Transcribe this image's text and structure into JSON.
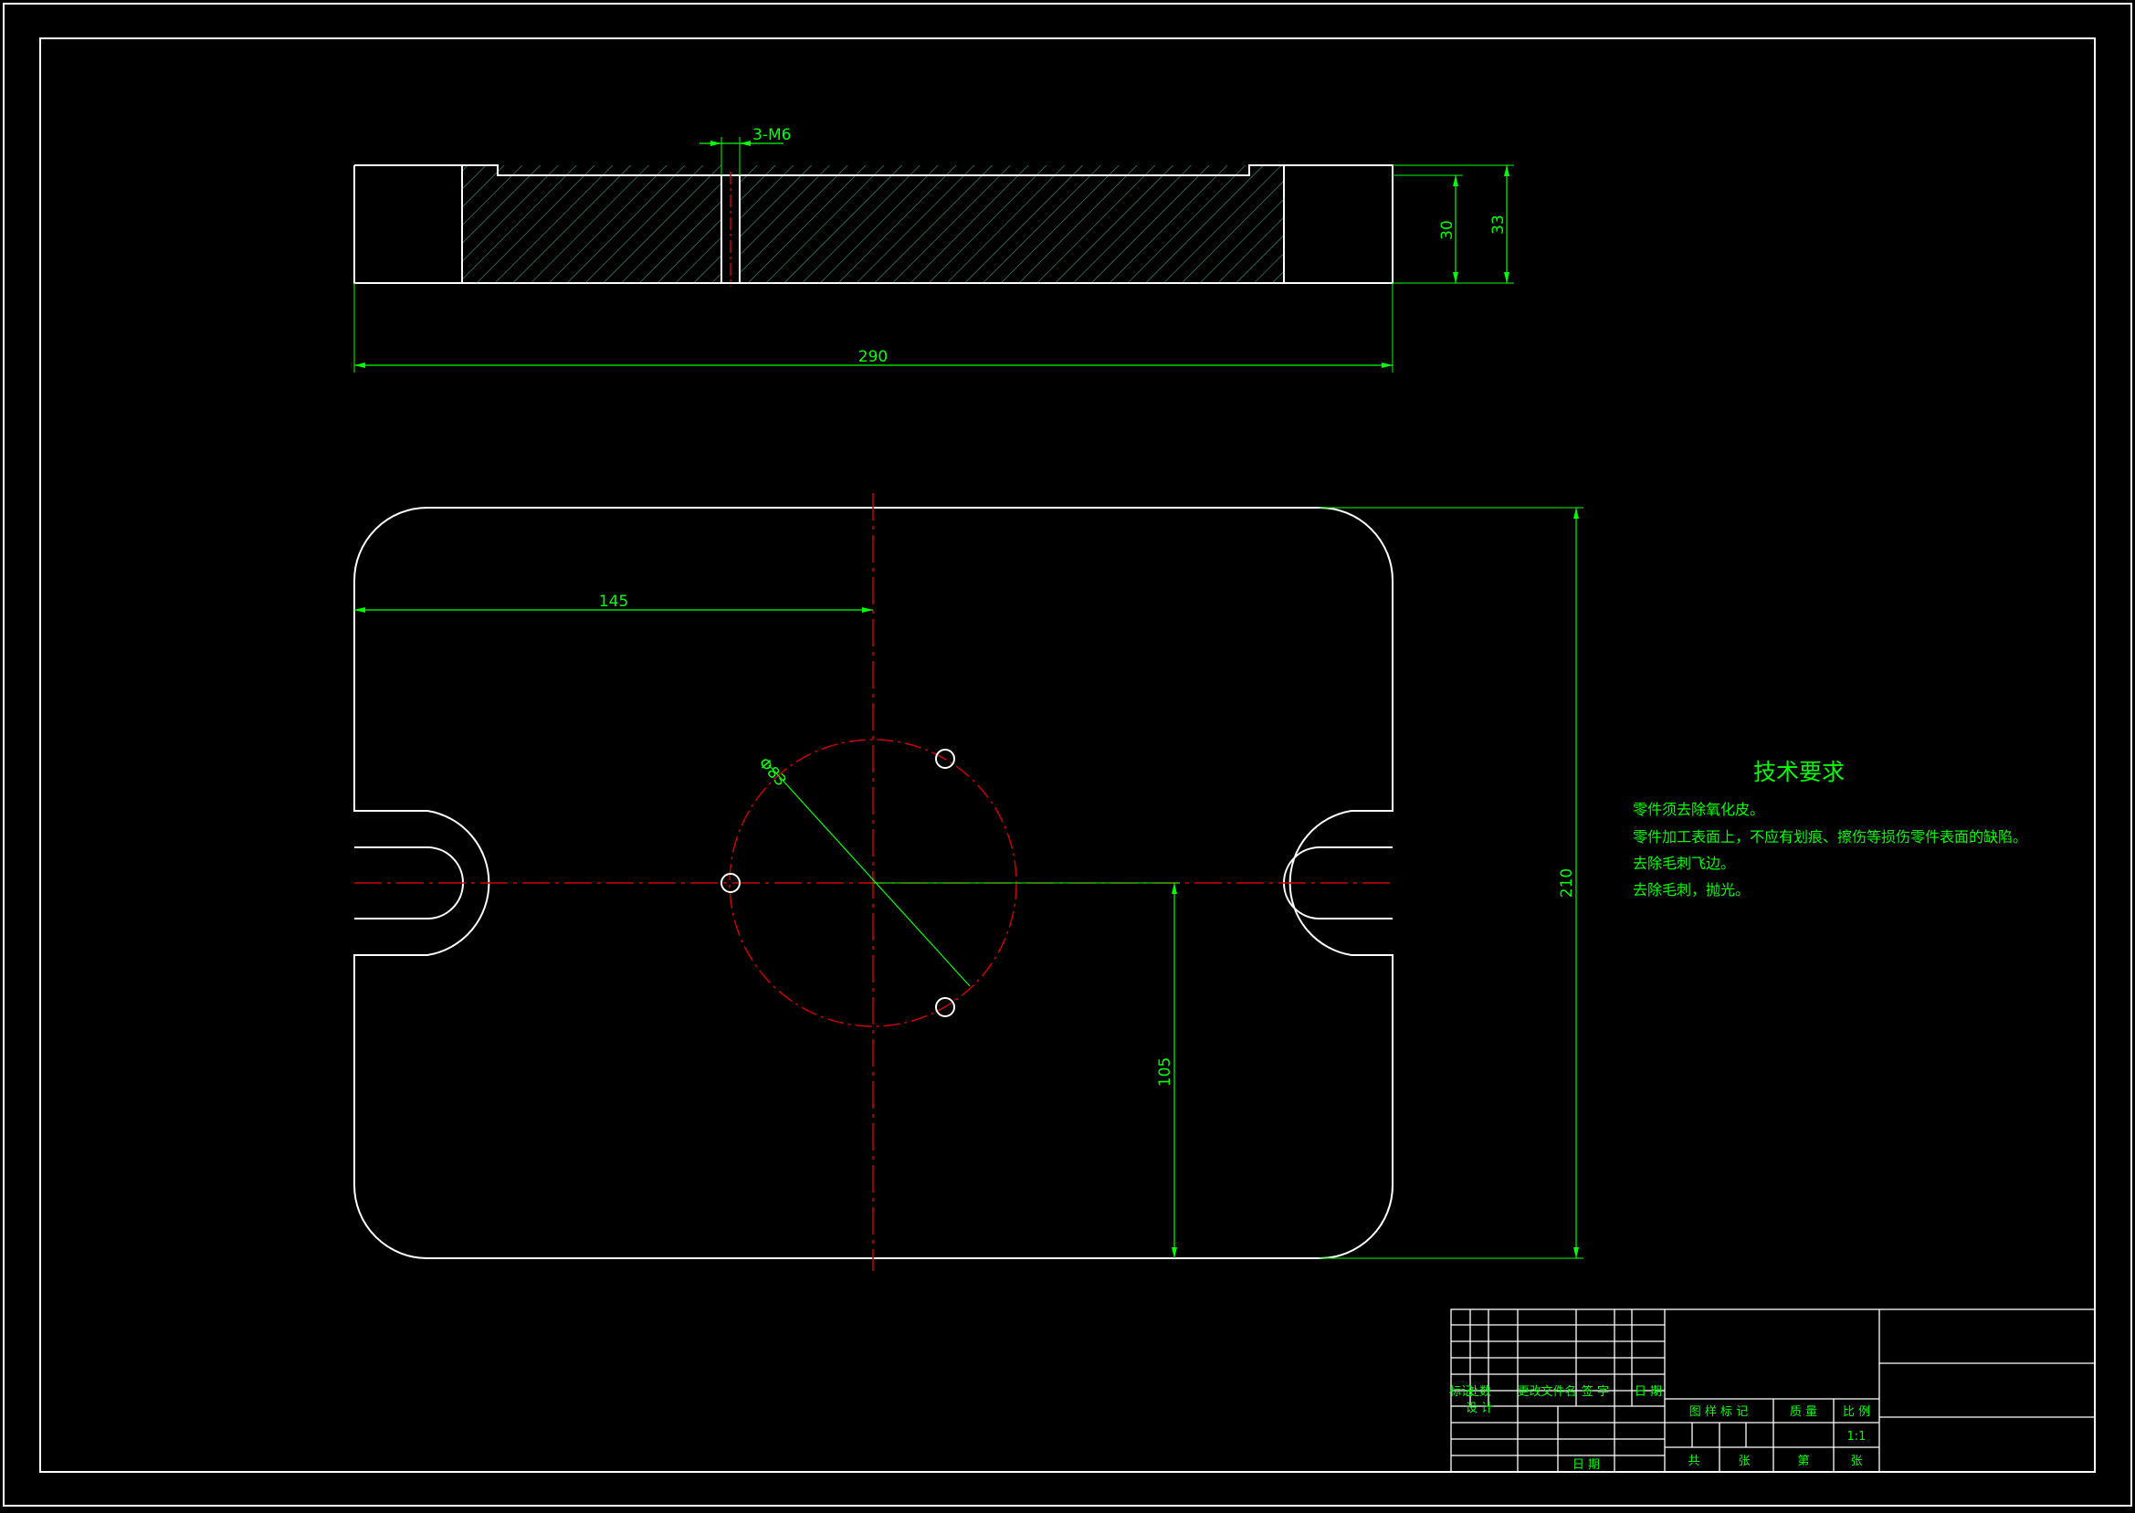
{
  "colors": {
    "background": "#000000",
    "outline": "#ffffff",
    "dimension": "#00ff00",
    "centerline": "#cc0000",
    "hatch": "#3fa07a"
  },
  "section_view": {
    "thread_callout": "3-M6",
    "dim_height_inner": "30",
    "dim_height_outer": "33",
    "dim_length": "290"
  },
  "plan_view": {
    "dim_half_length": "145",
    "dim_bolt_circle": "Φ83",
    "dim_half_width": "105",
    "dim_width": "210"
  },
  "tech_requirements": {
    "title": "技术要求",
    "items": [
      "零件须去除氧化皮。",
      "零件加工表面上，不应有划痕、擦伤等损伤零件表面的缺陷。",
      "去除毛刺飞边。",
      "去除毛刺，抛光。"
    ]
  },
  "title_block": {
    "mark": "标记",
    "count": "处数",
    "change_doc": "更改文件名",
    "signature": "签  字",
    "date": "日  期",
    "design": "设  计",
    "date_bottom": "日  期",
    "stage_mark": "图 样 标 记",
    "weight": "质  量",
    "scale": "比  例",
    "scale_value": "1:1",
    "total": "共",
    "sheets": "张",
    "sheet_no": "第",
    "sheet": "张"
  }
}
